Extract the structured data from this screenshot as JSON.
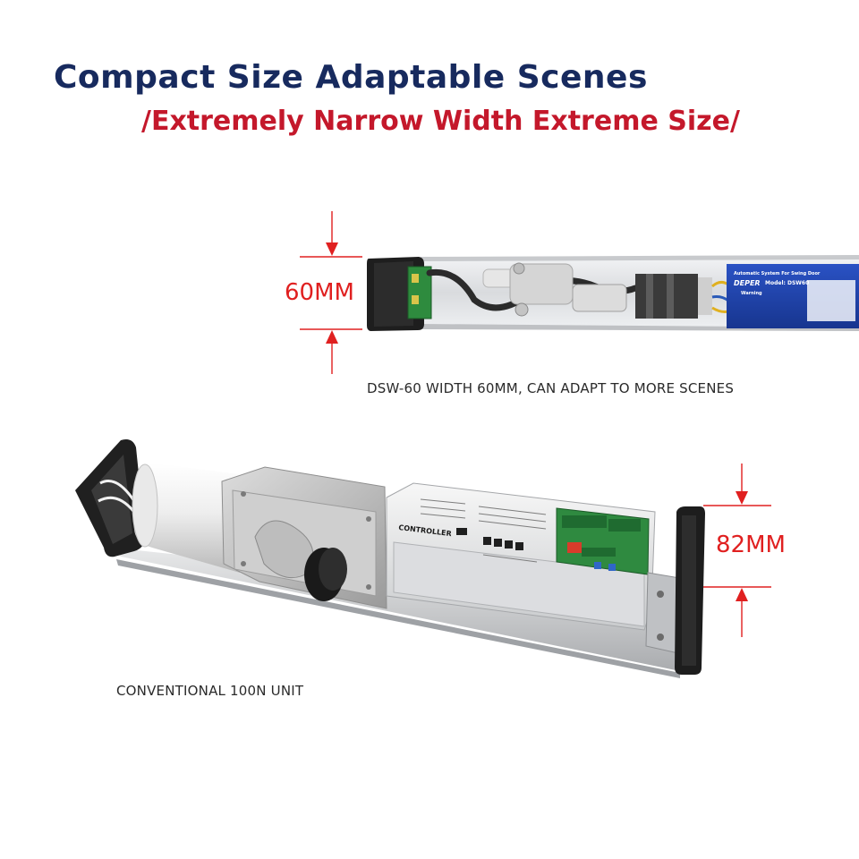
{
  "heading": {
    "title": "Compact Size Adaptable Scenes",
    "subtitle": "/Extremely Narrow Width Extreme Size/"
  },
  "top_unit": {
    "dimension": "60MM",
    "caption": "DSW-60 WIDTH 60MM, CAN ADAPT TO MORE SCENES",
    "label": {
      "line1": "Automatic System For Swing Door",
      "brand": "DEPER",
      "model": "Model: DSW60",
      "warning": "Warning"
    }
  },
  "bottom_unit": {
    "dimension": "82MM",
    "caption": "CONVENTIONAL 100N UNIT",
    "controller_label": "CONTROLLER"
  },
  "colors": {
    "title": "#172a5e",
    "subtitle": "#c4182b",
    "dimension": "#e02020",
    "label_blue": "#1c3fa8"
  }
}
